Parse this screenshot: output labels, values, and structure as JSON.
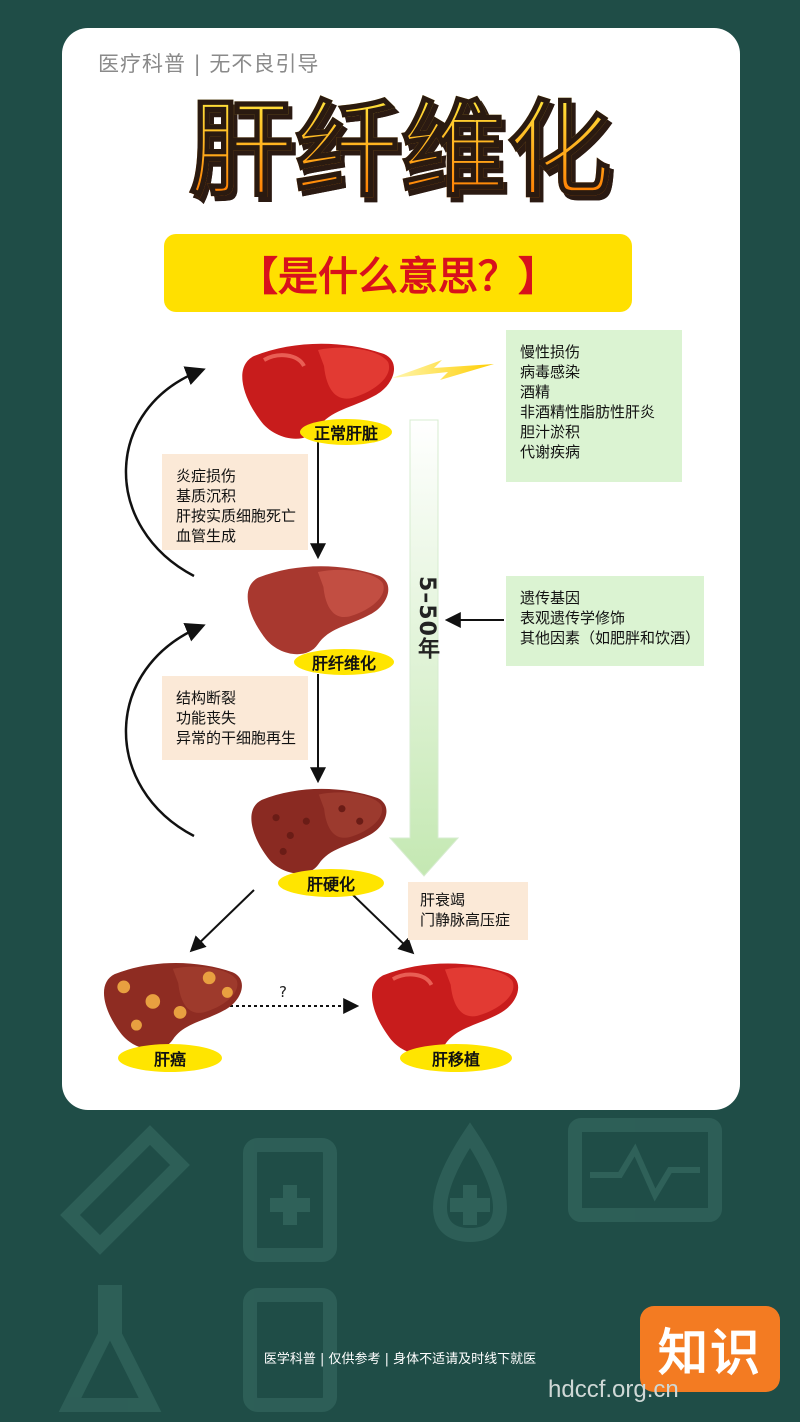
{
  "header": {
    "subtitle": "医疗科普 | 无不良引导",
    "title": "肝纤维化",
    "banner": "【是什么意思？】"
  },
  "stages": {
    "normal": "正常肝脏",
    "fibrosis": "肝纤维化",
    "cirrhosis": "肝硬化",
    "cancer": "肝癌",
    "transplant": "肝移植"
  },
  "causes": [
    "慢性损伤",
    "病毒感染",
    "酒精",
    "非酒精性脂肪性肝炎",
    "胆汁淤积",
    "代谢疾病"
  ],
  "factors": [
    "遗传基因",
    "表观遗传学修饰",
    "其他因素（如肥胖和饮酒）"
  ],
  "mechanisms_1": [
    "炎症损伤",
    "基质沉积",
    "肝按实质细胞死亡",
    "血管生成"
  ],
  "mechanisms_2": [
    "结构断裂",
    "功能丧失",
    "异常的干细胞再生"
  ],
  "outcomes": [
    "肝衰竭",
    "门静脉高压症"
  ],
  "timeline": "5–50年",
  "unknown_mark": "?",
  "footer": {
    "note": "医学科普 | 仅供参考 | 身体不适请及时线下就医",
    "badge": "知识",
    "watermark": "hdccf.org.cn"
  },
  "colors": {
    "background": "#1f4d47",
    "banner": "#ffe000",
    "banner_text": "#d8111c",
    "cause_box": "#dbf3d2",
    "mechanism_box": "#fbe9d7",
    "badge": "#f37b22"
  }
}
